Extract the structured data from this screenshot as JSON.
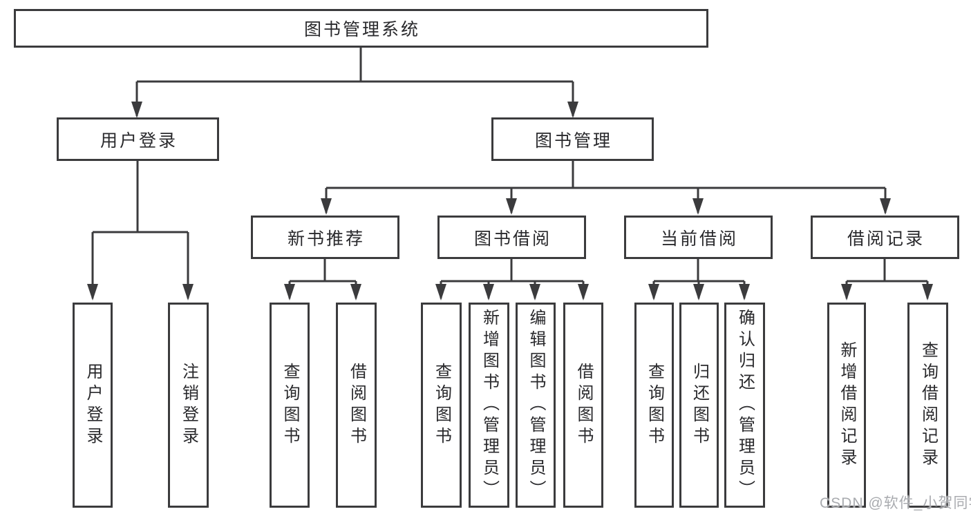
{
  "diagram": {
    "type": "hierarchy-tree",
    "tree": {
      "label": "图书管理系统",
      "children": [
        {
          "label": "用户登录",
          "children": [
            {
              "label": "用户登录"
            },
            {
              "label": "注销登录"
            }
          ]
        },
        {
          "label": "图书管理",
          "children": [
            {
              "label": "新书推荐",
              "children": [
                {
                  "label": "查询图书"
                },
                {
                  "label": "借阅图书"
                }
              ]
            },
            {
              "label": "图书借阅",
              "children": [
                {
                  "label": "查询图书"
                },
                {
                  "label": "新增图书（管理员）"
                },
                {
                  "label": "编辑图书（管理员）"
                },
                {
                  "label": "借阅图书"
                }
              ]
            },
            {
              "label": "当前借阅",
              "children": [
                {
                  "label": "查询图书"
                },
                {
                  "label": "归还图书"
                },
                {
                  "label": "确认归还（管理员）"
                }
              ]
            },
            {
              "label": "借阅记录",
              "children": [
                {
                  "label": "新增借阅记录"
                },
                {
                  "label": "查询借阅记录"
                }
              ]
            }
          ]
        }
      ]
    },
    "colors": {
      "line": "#3b3b3d",
      "text": "#29292c",
      "background": "#ffffff",
      "watermark": "#a9abaf"
    }
  },
  "watermark": {
    "text": "CSDN @软件_小贺同学"
  }
}
